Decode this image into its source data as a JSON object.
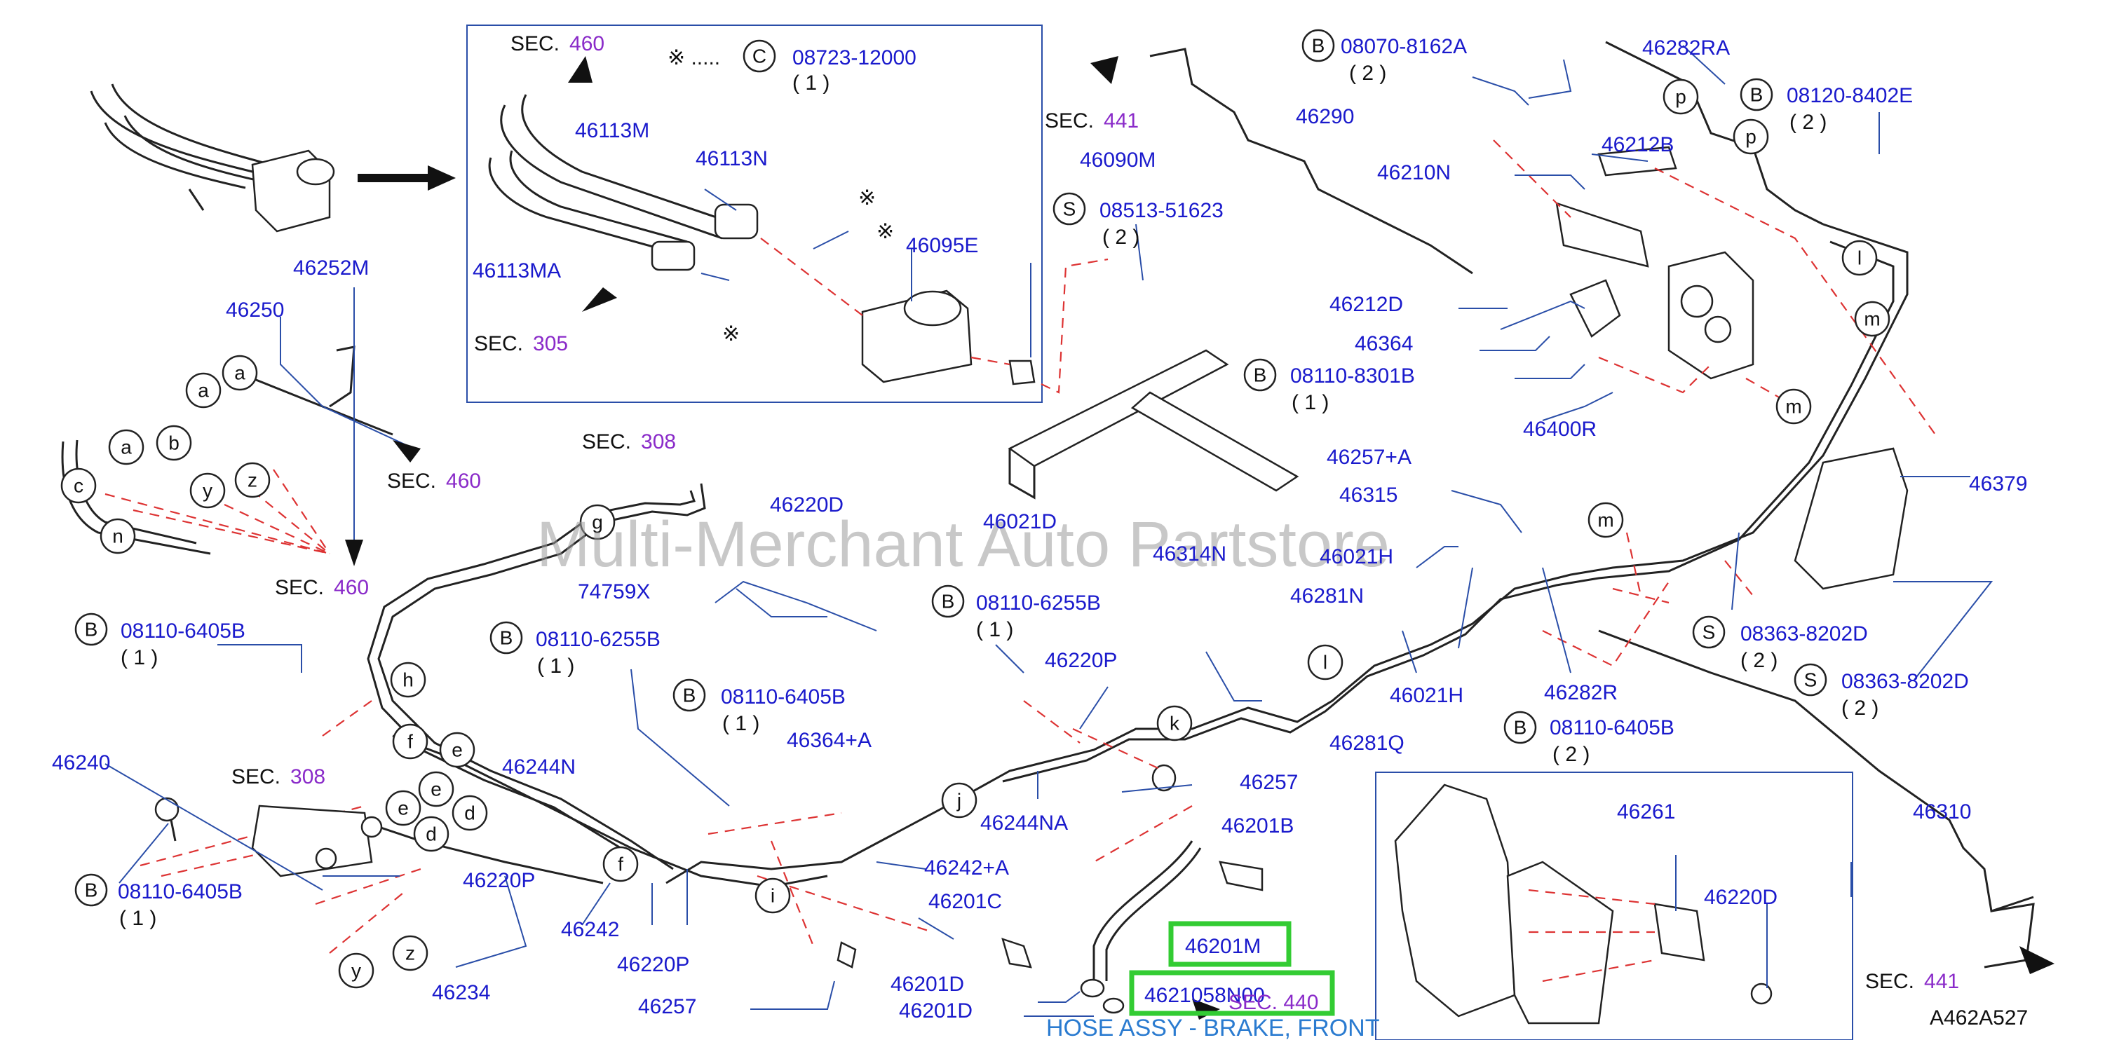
{
  "watermark": "Multi-Merchant Auto Partstore",
  "ref_code": "A462A527",
  "hose_caption": "HOSE ASSY - BRAKE, FRONT",
  "highlight": {
    "part1": "46201M",
    "part2": "4621058N00",
    "sec440": "SEC. 440"
  },
  "sec": {
    "a_txt": "SEC.",
    "a_num": "460",
    "b_txt": "SEC.",
    "b_num": "305",
    "c_txt": "SEC.",
    "c_num": "441",
    "d_txt": "SEC.",
    "d_num": "460",
    "e_txt": "SEC.",
    "e_num": "460",
    "f_txt": "SEC.",
    "f_num": "308",
    "g_txt": "SEC.",
    "g_num": "308",
    "h_txt": "SEC.",
    "h_num": "441"
  },
  "parts": {
    "p46113M": "46113M",
    "p46113N": "46113N",
    "p46113MA": "46113MA",
    "p46095E": "46095E",
    "p46090M": "46090M",
    "note_sym": "※ .....",
    "c_code": "08723-12000",
    "c_qty": "( 1 )",
    "ast1": "※",
    "ast2": "※",
    "ast3": "※",
    "p46252M": "46252M",
    "p46250": "46250",
    "p46290": "46290",
    "p46210N": "46210N",
    "p46212B": "46212B",
    "p46282RA": "46282RA",
    "b08070": "08070-8162A",
    "b08070q": "( 2 )",
    "b08120": "08120-8402E",
    "b08120q": "( 2 )",
    "s08513": "08513-51623",
    "s08513q": "( 2 )",
    "p46212D": "46212D",
    "p46364": "46364",
    "b08110_8301B": "08110-8301B",
    "b08110_8301Bq": "( 1 )",
    "p46400R": "46400R",
    "p46220D_top": "46220D",
    "p74759X": "74759X",
    "p46021D": "46021D",
    "p46314N": "46314N",
    "p46257A": "46257+A",
    "p46315": "46315",
    "p46021H_a": "46021H",
    "p46281N": "46281N",
    "p46021H_b": "46021H",
    "p46281Q": "46281Q",
    "p46282R": "46282R",
    "b6405_r": "08110-6405B",
    "b6405_rq": "( 2 )",
    "p46379": "46379",
    "s8202_a": "08363-8202D",
    "s8202_aq": "( 2 )",
    "s8202_b": "08363-8202D",
    "s8202_bq": "( 2 )",
    "b6405_l": "08110-6405B",
    "b6405_lq": "( 1 )",
    "b6255_l": "08110-6255B",
    "b6255_lq": "( 1 )",
    "b6255_m": "08110-6255B",
    "b6255_mq": "( 1 )",
    "b6405_m": "08110-6405B",
    "b6405_mq": "( 1 )",
    "p46364A": "46364+A",
    "p46220P_m": "46220P",
    "p46240": "46240",
    "p46244N": "46244N",
    "p46220P_l": "46220P",
    "p46257_m": "46257",
    "p46244NA": "46244NA",
    "p46201B": "46201B",
    "p46242A": "46242+A",
    "p46201C": "46201C",
    "p46242": "46242",
    "p46220P_b": "46220P",
    "b6405_bl": "08110-6405B",
    "b6405_blq": "( 1 )",
    "p46234": "46234",
    "p46257_b": "46257",
    "p46201D_a": "46201D",
    "p46201D_b": "46201D",
    "p46261": "46261",
    "p46220D_r": "46220D",
    "p46310": "46310"
  },
  "circle_letters": {
    "B": "B",
    "C": "C",
    "S": "S",
    "a": "a",
    "b": "b",
    "c": "c",
    "n": "n",
    "y": "y",
    "z": "z",
    "g": "g",
    "h": "h",
    "f": "f",
    "e": "e",
    "d": "d",
    "i": "i",
    "j": "j",
    "k": "k",
    "l": "l",
    "m": "m",
    "p": "p"
  },
  "colors": {
    "label": "#1a1acc",
    "section_number": "#8a2bc9",
    "leader": "#2a4ea8",
    "dashed": "#dd3333",
    "highlight": "#33cc33"
  }
}
